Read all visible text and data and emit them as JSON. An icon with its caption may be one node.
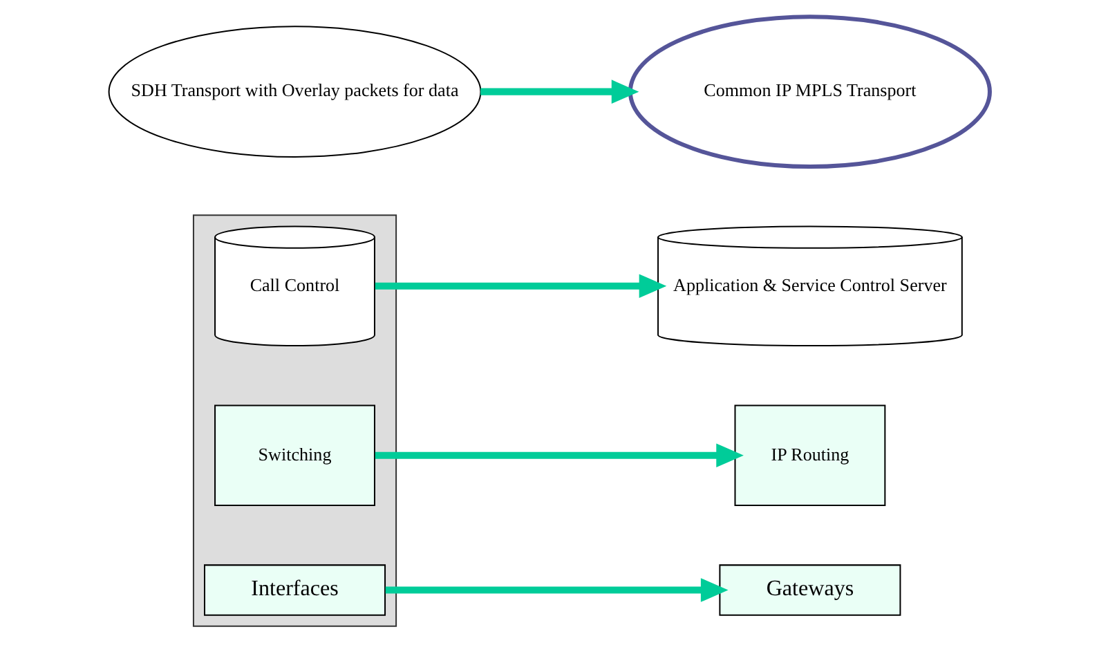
{
  "diagram": {
    "nodes": [
      {
        "text": [],
        "shape": "box"
      },
      {
        "text": [
          "Call Control"
        ],
        "in": 0
      },
      {
        "text": [
          "Switching"
        ],
        "in": 0
      },
      {
        "text": [
          "Interfaces"
        ],
        "in": 0
      },
      {
        "text": [
          "Application & Service Control Server"
        ]
      },
      {
        "text": [
          "IP Routing"
        ]
      },
      {
        "text": [
          "Gateways"
        ]
      },
      {
        "text": [
          "SDH Transport with Overlay packets for data"
        ]
      },
      {
        "text": [
          "Common IP MPLS Transport"
        ]
      }
    ],
    "edges": [
      {
        "from": 1,
        "to": 4,
        "arrow": "to",
        "color": "#00cc99"
      },
      {
        "from": 2,
        "to": 5,
        "arrow": "to",
        "color": "#00cc99"
      },
      {
        "from": 3,
        "to": 6,
        "arrow": "to",
        "color": "#00cc99"
      },
      {
        "from": 7,
        "to": 8,
        "arrow": "to",
        "color": "#00cc99"
      }
    ]
  }
}
